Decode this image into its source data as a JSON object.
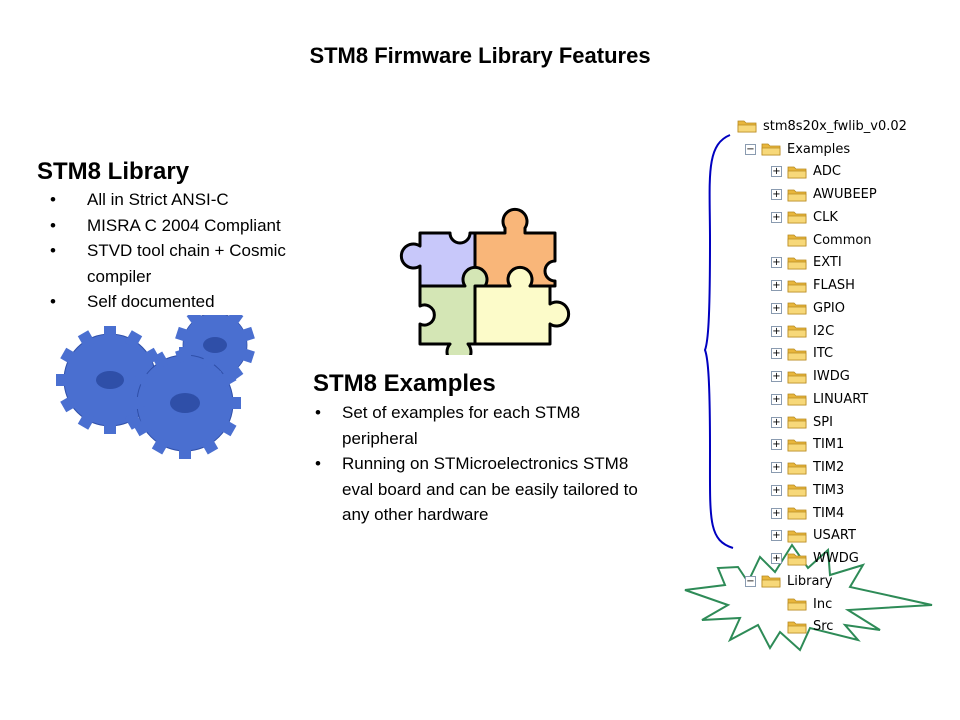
{
  "title": "STM8 Firmware Library Features",
  "library": {
    "heading": "STM8 Library",
    "bullets": [
      "All in Strict ANSI-C",
      "MISRA C 2004 Compliant",
      "STVD tool chain + Cosmic compiler",
      "Self documented"
    ]
  },
  "examples": {
    "heading": "STM8 Examples",
    "bullets": [
      "Set of examples for each STM8 peripheral",
      "Running on STMicroelectronics STM8 eval board and can be easily tailored to any other hardware"
    ]
  },
  "bullet_char": "•",
  "tree": {
    "root": "stm8s20x_fwlib_v0.02",
    "examples": "Examples",
    "example_items": [
      {
        "label": "ADC",
        "expandable": true
      },
      {
        "label": "AWUBEEP",
        "expandable": true
      },
      {
        "label": "CLK",
        "expandable": true
      },
      {
        "label": "Common",
        "expandable": false
      },
      {
        "label": "EXTI",
        "expandable": true
      },
      {
        "label": "FLASH",
        "expandable": true
      },
      {
        "label": "GPIO",
        "expandable": true
      },
      {
        "label": "I2C",
        "expandable": true
      },
      {
        "label": "ITC",
        "expandable": true
      },
      {
        "label": "IWDG",
        "expandable": true
      },
      {
        "label": "LINUART",
        "expandable": true
      },
      {
        "label": "SPI",
        "expandable": true
      },
      {
        "label": "TIM1",
        "expandable": true
      },
      {
        "label": "TIM2",
        "expandable": true
      },
      {
        "label": "TIM3",
        "expandable": true
      },
      {
        "label": "TIM4",
        "expandable": true
      },
      {
        "label": "USART",
        "expandable": true
      },
      {
        "label": "WWDG",
        "expandable": true
      }
    ],
    "library": "Library",
    "library_items": [
      "Inc",
      "Src"
    ]
  },
  "colors": {
    "brace": "#0000c0",
    "star": "#2e8b57",
    "gear": "#4a6fd0",
    "folder": "#f2cc5c"
  }
}
